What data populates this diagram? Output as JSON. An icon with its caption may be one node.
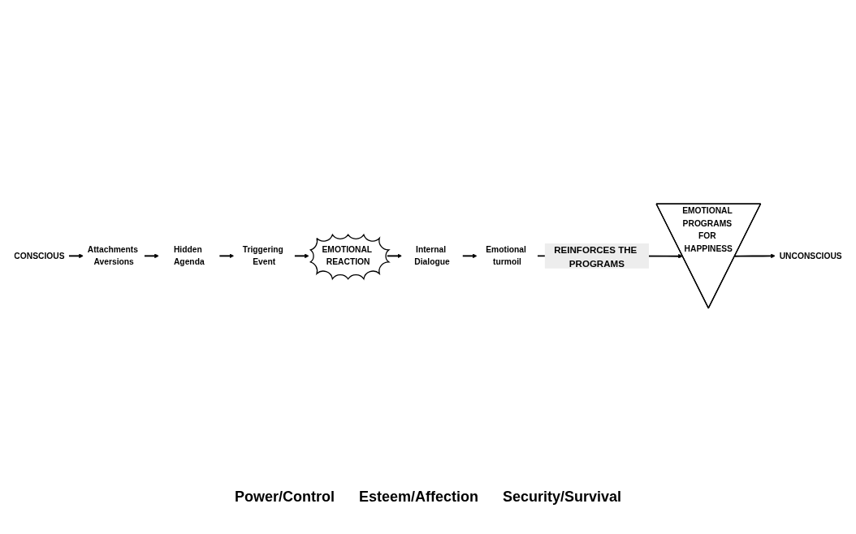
{
  "diagram": {
    "nodes": [
      {
        "text": [
          "Attachments Aversions"
        ]
      },
      {
        "text": [
          "Hidden Agenda"
        ]
      },
      {
        "text": [
          "Triggering Event"
        ]
      },
      {
        "text": [
          "EMOTIONAL REACTION"
        ]
      },
      {
        "text": [
          "Internal Dialogue"
        ]
      },
      {
        "text": [
          "Emotional turmoil"
        ]
      },
      {
        "text": [
          "EMOTIONAL PROGRAMS FOR HAPPINESS"
        ],
        "beside": [
          "Power/Control",
          "Esteem/Affection",
          "Security/Survival"
        ]
      },
      {
        "text": [
          "CONSCIOUS"
        ]
      },
      {
        "text": [
          "UNCONSCIOUS"
        ]
      }
    ],
    "edges": [
      {
        "from": 0,
        "to": 1,
        "arrow": "to"
      },
      {
        "from": 1,
        "to": 2,
        "arrow": "to"
      },
      {
        "from": 2,
        "to": 3,
        "arrow": "to"
      },
      {
        "from": 3,
        "to": 4,
        "arrow": "to"
      },
      {
        "from": 4,
        "to": 5,
        "arrow": "to"
      },
      {
        "from": 5,
        "to": 6,
        "arrow": "to",
        "label": "REINFORCES THE PROGRAMS"
      },
      {
        "from": 7,
        "to": 0,
        "arrow": "to"
      },
      {
        "from": 6,
        "to": 8,
        "arrow": "to"
      }
    ]
  }
}
